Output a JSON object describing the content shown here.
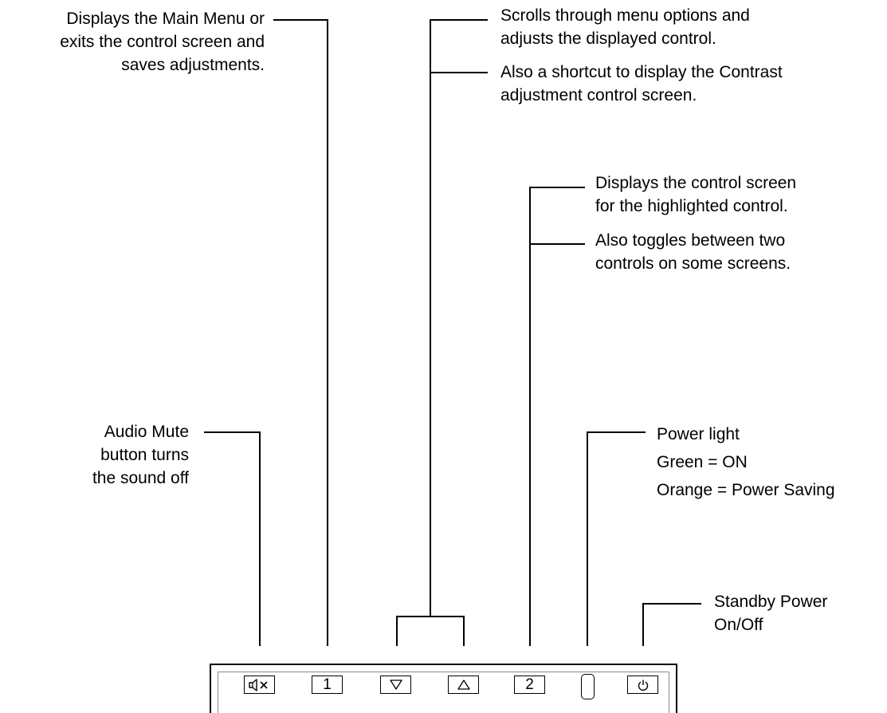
{
  "labels": {
    "main_menu": [
      "Displays the Main Menu or",
      "exits the control screen and",
      "saves adjustments."
    ],
    "scroll": [
      "Scrolls through menu options and",
      "adjusts the displayed control."
    ],
    "contrast": [
      "Also a shortcut to display the Contrast",
      "adjustment control screen."
    ],
    "control_screen": [
      "Displays the control screen",
      "for the highlighted control."
    ],
    "toggle": [
      "Also toggles between two",
      "controls on some screens."
    ],
    "mute": [
      "Audio Mute",
      "button turns",
      "the sound off"
    ],
    "power_light": [
      "Power light",
      "Green = ON",
      "Orange = Power Saving"
    ],
    "standby": [
      "Standby Power",
      "On/Off"
    ]
  },
  "buttons": {
    "one": "1",
    "two": "2"
  },
  "icons": {
    "mute": "speaker-mute-icon",
    "down": "triangle-down-icon",
    "up": "triangle-up-icon",
    "power": "power-icon"
  }
}
